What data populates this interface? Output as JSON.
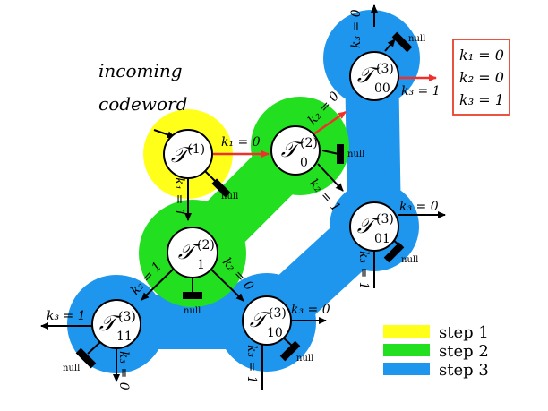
{
  "caption": {
    "line1": "incoming",
    "line2": "codeword"
  },
  "nodes": {
    "t1": {
      "sym": "𝒯",
      "sup": "(1)",
      "sub": ""
    },
    "t0_2": {
      "sym": "𝒯",
      "sup": "(2)",
      "sub": "0"
    },
    "t1_2": {
      "sym": "𝒯",
      "sup": "(2)",
      "sub": "1"
    },
    "t00": {
      "sym": "𝒯",
      "sup": "(3)",
      "sub": "00"
    },
    "t01": {
      "sym": "𝒯",
      "sup": "(3)",
      "sub": "01"
    },
    "t10": {
      "sym": "𝒯",
      "sup": "(3)",
      "sub": "10"
    },
    "t11": {
      "sym": "𝒯",
      "sup": "(3)",
      "sub": "11"
    }
  },
  "edge_labels": {
    "k1_0": "k₁ = 0",
    "k1_1": "k₁ = 1",
    "k2_0_top": "k₂ = 0",
    "k2_1_top": "k₂ = 1",
    "k2_1_bot": "k₂ = 1",
    "k2_0_bot": "k₂ = 0",
    "k3_0_t00": "k₃ = 0",
    "k3_1_t00": "k₃ = 1",
    "k3_0_t01": "k₃ = 0",
    "k3_1_t01": "k₃ = 1",
    "k3_0_t10": "k₃ = 0",
    "k3_1_t10": "k₃ = 1",
    "k3_1_t11": "k₃ = 1",
    "k3_0_t11": "k₃ = 0"
  },
  "null_label": "null",
  "result_box": [
    "k₁ = 0",
    "k₂ = 0",
    "k₃ = 1"
  ],
  "legend": [
    {
      "label": "step 1",
      "color": "#ffff1a"
    },
    {
      "label": "step 2",
      "color": "#22e01f"
    },
    {
      "label": "step 3",
      "color": "#1e96ee"
    }
  ],
  "colors": {
    "highlight_path": "#f0302a",
    "result_box_border": "#e8402a"
  }
}
